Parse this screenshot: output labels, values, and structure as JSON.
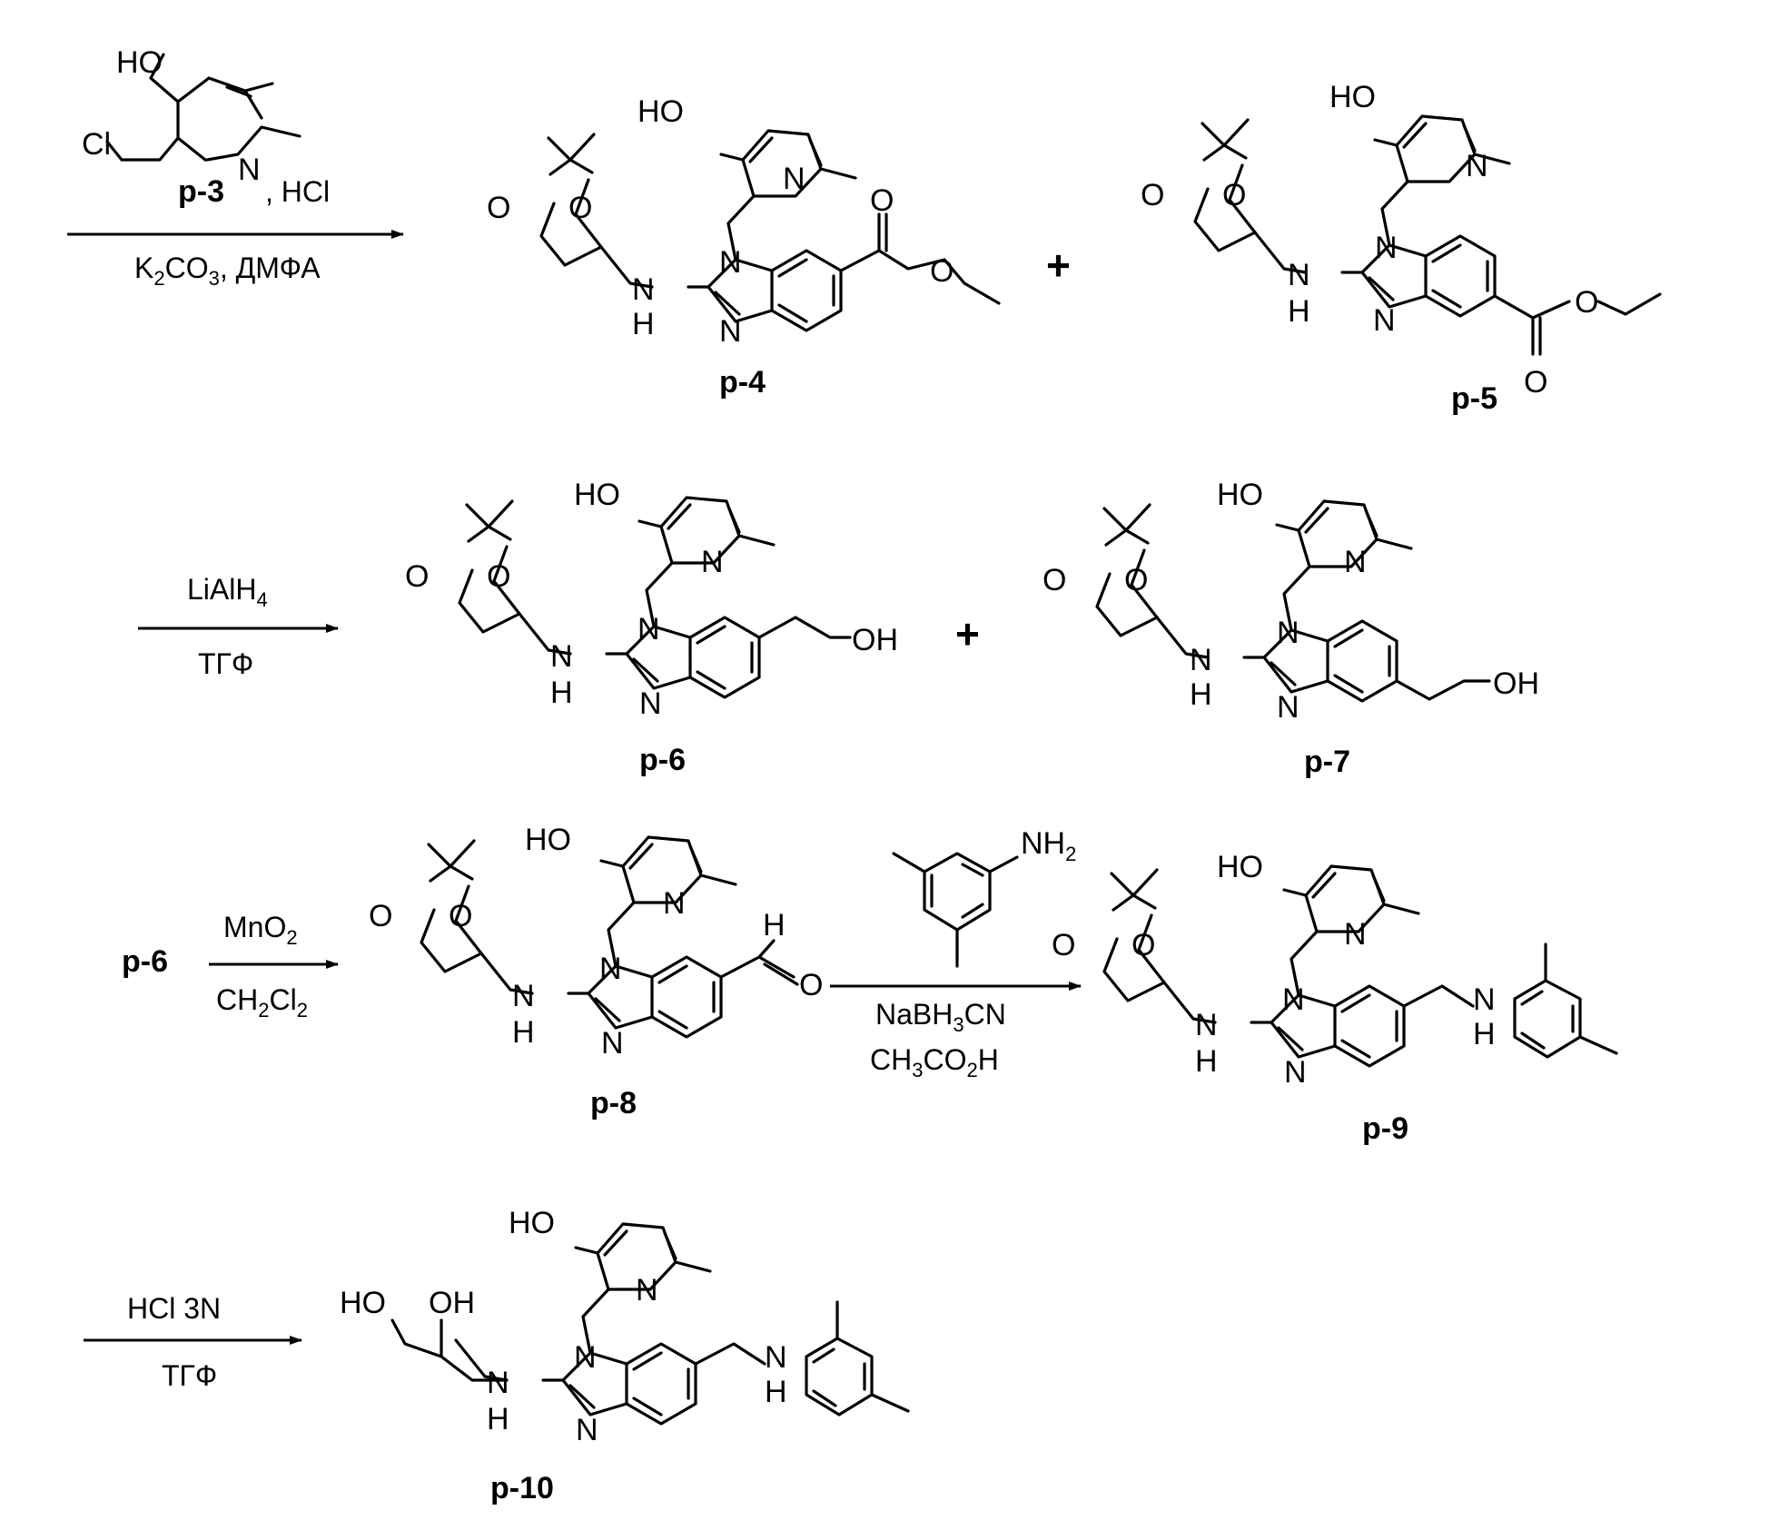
{
  "labels": {
    "p3": "p-3",
    "p4": "p-4",
    "p5": "p-5",
    "p6": "p-6",
    "p7": "p-7",
    "p8": "p-8",
    "p9": "p-9",
    "p10": "p-10",
    "p6_start": "p-6"
  },
  "atoms": {
    "ho": "HO",
    "oh": "OH",
    "cl": "Cl",
    "n": "N",
    "o": "O",
    "h": "H",
    "c": "C",
    "nh2_n": "NH",
    "nh2_sub": "2"
  },
  "conditions": {
    "step1_reagent_suffix": ", HCl",
    "step1_base": "K",
    "step1_base_sub1": "2",
    "step1_base_mid": "CO",
    "step1_base_sub2": "3",
    "step1_solvent": ", ДМФА",
    "step2_reagent": "LiAlH",
    "step2_reagent_sub": "4",
    "step2_solvent": "ТГФ",
    "step3_reagent": "MnO",
    "step3_reagent_sub": "2",
    "step3_solvent_a": "CH",
    "step3_solvent_sub1": "2",
    "step3_solvent_b": "Cl",
    "step3_solvent_sub2": "2",
    "step4_reagent_a": "NaBH",
    "step4_reagent_sub": "3",
    "step4_reagent_b": "CN",
    "step4_acid_a": "CH",
    "step4_acid_sub1": "3",
    "step4_acid_b": "CO",
    "step4_acid_sub2": "2",
    "step4_acid_c": "H",
    "step5_reagent": "HCl 3N",
    "step5_solvent": "ТГФ"
  },
  "plus_sign": "+"
}
